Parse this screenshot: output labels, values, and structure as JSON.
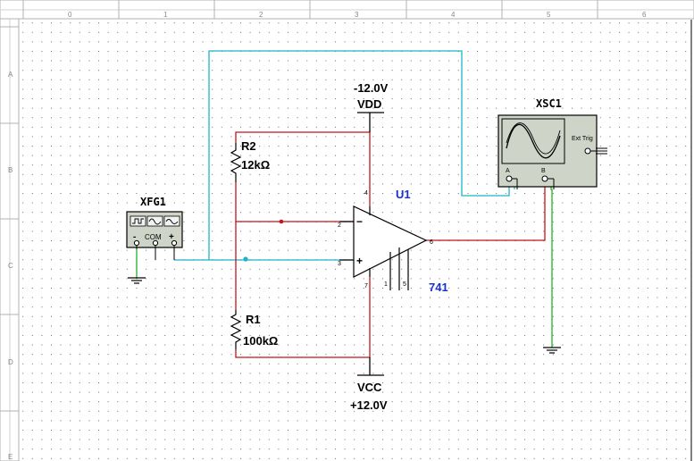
{
  "ruler": {
    "columns": [
      "0",
      "1",
      "2",
      "3",
      "4",
      "5",
      "6"
    ],
    "rows": [
      "A",
      "B",
      "C",
      "D",
      "E"
    ]
  },
  "components": {
    "function_generator": {
      "ref": "XFG1",
      "minus": "-",
      "com": "COM",
      "plus": "+"
    },
    "oscilloscope": {
      "ref": "XSC1",
      "channel_a": "A",
      "channel_b": "B",
      "ext_trig": "Ext Trig"
    },
    "opamp": {
      "ref": "U1",
      "model": "741",
      "pin_in_minus": "2",
      "pin_in_plus": "3",
      "pin_out": "6",
      "pin_v_plus": "4",
      "pin_v_minus": "7",
      "pin_offset1": "1",
      "pin_offset5": "5"
    },
    "r2": {
      "ref": "R2",
      "value": "12kΩ"
    },
    "r1": {
      "ref": "R1",
      "value": "100kΩ"
    },
    "supply_top": {
      "voltage": "-12.0V",
      "name": "VDD"
    },
    "supply_bottom": {
      "name": "VCC",
      "voltage": "+12.0V"
    }
  },
  "colors": {
    "wire_red": "#c0151a",
    "wire_cyan": "#1eb4c8",
    "wire_green": "#22b022",
    "ref_blue": "#1a2fd0"
  }
}
